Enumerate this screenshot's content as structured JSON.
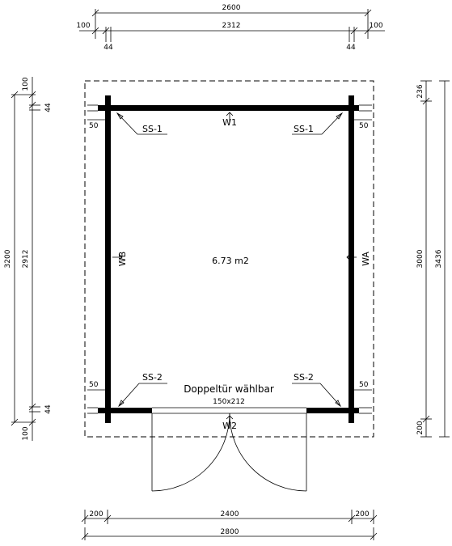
{
  "dimensions": {
    "top_total": "2600",
    "top_inner": "2312",
    "top_left_overhang": "100",
    "top_right_overhang": "100",
    "top_left_wall": "44",
    "top_right_wall": "44",
    "left_total": "3200",
    "left_inner": "2912",
    "left_top_overhang": "100",
    "left_top_wall": "44",
    "left_bottom_wall": "44",
    "left_bottom_overhang": "100",
    "right_total": "3436",
    "right_inner": "3000",
    "right_top": "236",
    "right_bottom": "200",
    "bottom_total": "2800",
    "bottom_inner": "2400",
    "bottom_left": "200",
    "bottom_right": "200"
  },
  "plan": {
    "area": "6.73 m2",
    "door_note": "Doppeltür wählbar",
    "door_size": "150x212",
    "wall_labels": [
      "W1",
      "W2",
      "WA",
      "WB"
    ],
    "corner_labels": [
      "SS-1",
      "SS-1",
      "SS-2",
      "SS-2"
    ],
    "corner_offsets": [
      "50",
      "50",
      "50",
      "50"
    ]
  }
}
